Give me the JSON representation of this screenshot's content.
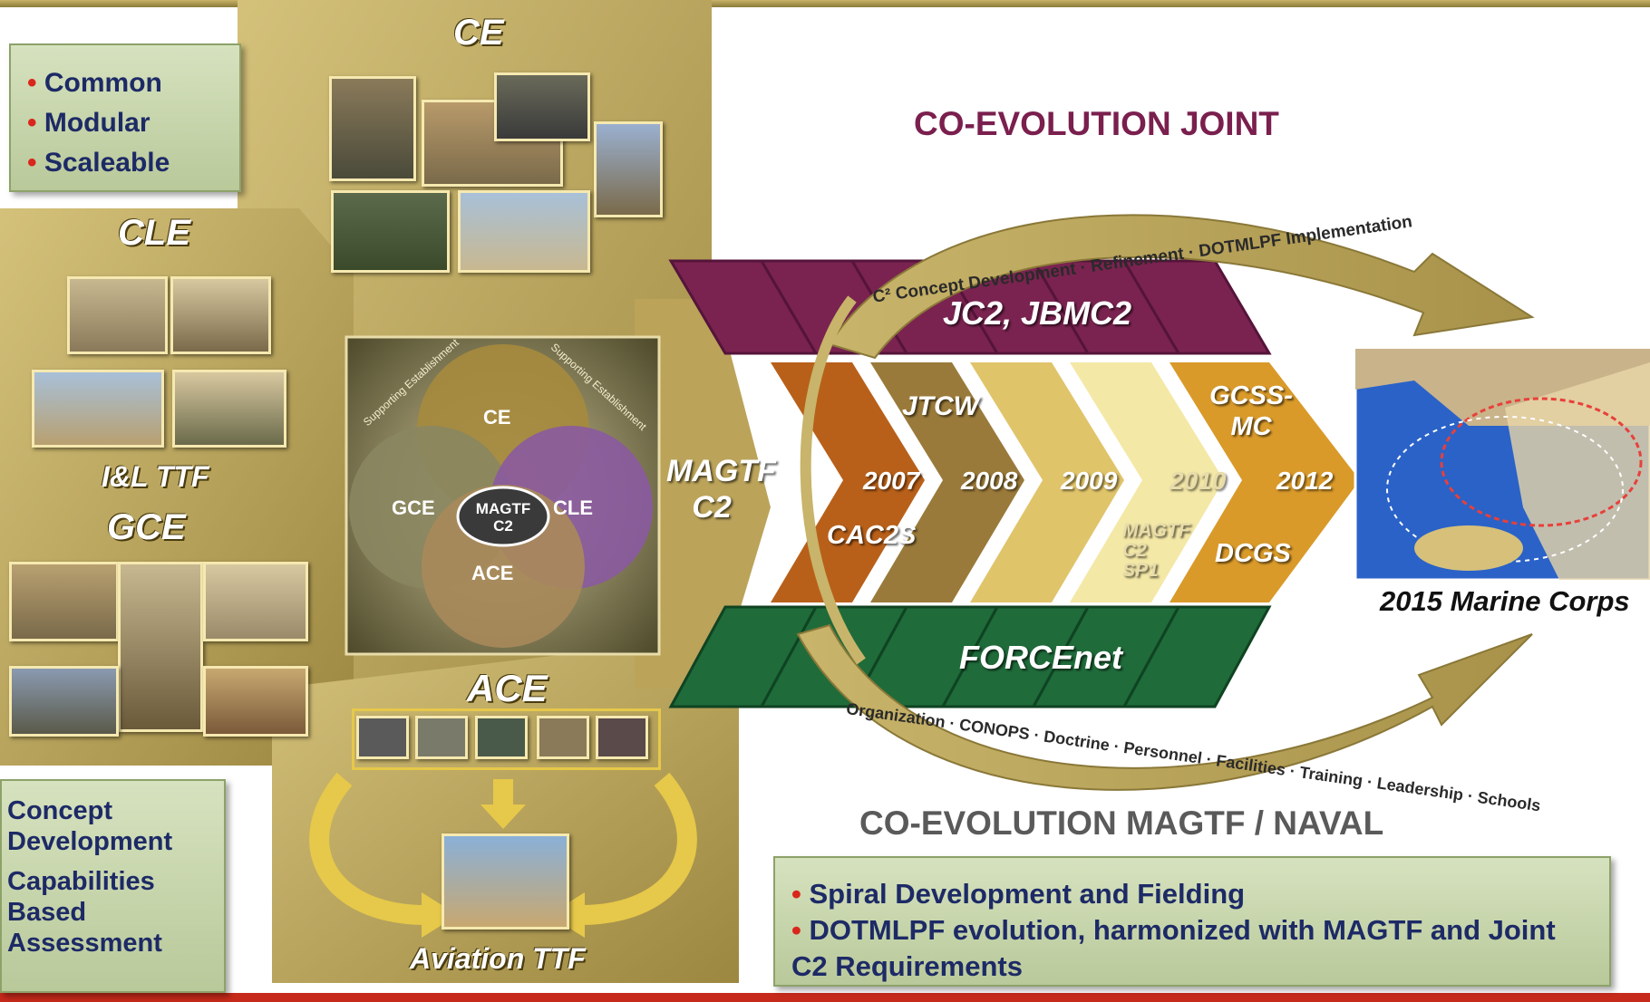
{
  "left_box": {
    "bullets": [
      "Common",
      "Modular",
      "Scaleable"
    ]
  },
  "bottom_left_box": {
    "items": [
      "Concept Development",
      "Capabilities Based Assessment"
    ]
  },
  "sections": {
    "ce": "CE",
    "cle": "CLE",
    "il_ttf": "I&L TTF",
    "gce": "GCE",
    "ace": "ACE",
    "aviation_ttf": "Aviation TTF"
  },
  "venn": {
    "top_left_arc": "Supporting Establishment",
    "top_right_arc": "Supporting Establishment",
    "ce": "CE",
    "gce": "GCE",
    "cle": "CLE",
    "ace": "ACE",
    "center": "MAGTF C2"
  },
  "magtf_c2": "MAGTF C2",
  "joint": {
    "heading": "CO-EVOLUTION JOINT",
    "top_arc": "C² Concept Development · Refinement · DOTMLPF Implementation",
    "band": "JC2, JBMC2"
  },
  "naval": {
    "heading": "CO-EVOLUTION MAGTF / NAVAL",
    "band": "FORCEnet",
    "bottom_arc": "Organization · CONOPS · Doctrine · Personnel · Facilities · Training · Leadership · Schools"
  },
  "chevrons": [
    {
      "year": "2007",
      "label": "CAC2S",
      "color": "#b8601a"
    },
    {
      "year": "2008",
      "label": "JTCW",
      "color": "#9a7a3a"
    },
    {
      "year": "2009",
      "label": "",
      "color": "#e0c46a"
    },
    {
      "year": "2010",
      "label": "MAGTF C2 SP1",
      "color": "#f4e8a6"
    },
    {
      "year": "2012",
      "label": "GCSS-MC / DCGS",
      "color": "#d99a2a"
    }
  ],
  "chevron_labels": {
    "jtcw": "JTCW",
    "gcss": "GCSS-MC",
    "cac2s": "CAC2S",
    "sp1": "MAGTF C2 SP1",
    "dcgs": "DCGS"
  },
  "map_caption": "2015 Marine Corps",
  "bottom_right_box": {
    "bullets": [
      "Spiral Development and Fielding",
      "DOTMLPF evolution, harmonized with MAGTF and Joint C2 Requirements"
    ]
  },
  "colors": {
    "tan": "#b9a45a",
    "maroon": "#7a2350",
    "green": "#1f6b3a",
    "heading": "#7a1f4e"
  }
}
